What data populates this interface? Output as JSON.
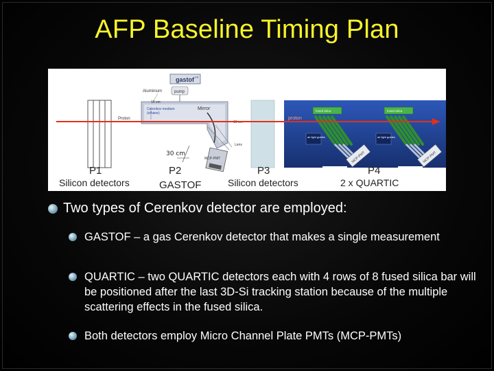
{
  "slide": {
    "title": "AFP Baseline Timing  Plan"
  },
  "diagram": {
    "gastof_logo": "gastof",
    "gastof_logo_sup": "FR",
    "aluminium": "Aluminium",
    "pump": "pump",
    "cerenkov_medium": "Cerenkov medium",
    "cerenkov_medium_sub": "(ethane)",
    "mirror": "Mirror",
    "proton_left": "Proton",
    "proton_right": "proton",
    "dim_10cm_top": "10 cm",
    "dim_10cm_right": "10 cm",
    "lens": "Lens",
    "mcp_pmt": "MCP-PMT",
    "dim_30cm": "30 cm",
    "fused_silica_1": "fused silica",
    "fused_silica_2": "fused silica",
    "air_light_guides_1": "air light guides",
    "air_light_guides_2": "air light guides",
    "mcp_pmt_1": "MCP-PMT",
    "mcp_pmt_2": "MCP-PMT",
    "p1": "P1",
    "p1_desc": "Silicon detectors",
    "p2": "P2",
    "p2_desc": "GASTOF",
    "p3": "P3",
    "p3_desc": "Silicon detectors",
    "p4": "P4",
    "p4_desc": "2 x QUARTIC"
  },
  "bullets": {
    "main": "Two types of Cerenkov detector are employed:",
    "sub": [
      "GASTOF – a gas Cerenkov detector that makes a single measurement",
      "QUARTIC – two QUARTIC detectors each with 4 rows of  8 fused silica bar will be positioned after the last 3D-Si tracking station because of the multiple scattering effects in the fused silica.",
      "Both detectors employ Micro Channel Plate PMTs (MCP-PMTs)"
    ]
  },
  "colors": {
    "title": "#f6f32b",
    "beam": "#e0301e",
    "background": "#000000",
    "text": "#ffffff"
  }
}
